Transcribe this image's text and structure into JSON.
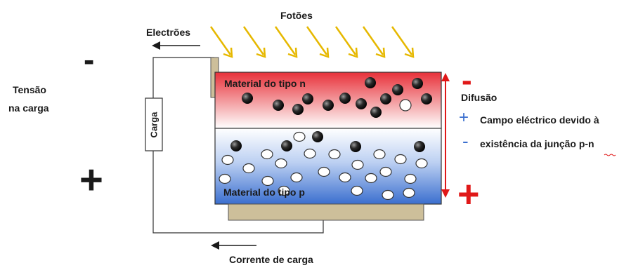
{
  "labels": {
    "photons": "Fotões",
    "electrons": "Electrões",
    "voltage_line1": "Tensão",
    "voltage_line2": "na carga",
    "load": "Carga",
    "n_material": "Material do tipo n",
    "p_material": "Material do tipo p",
    "diffusion": "Difusão",
    "field_line1": "Campo eléctrico devido à",
    "field_line2": "existência da junção p-n",
    "current": "Corrente de carga"
  },
  "symbols": {
    "minus_terminal": "-",
    "plus_terminal": "+",
    "field_plus": "+",
    "field_minus": "-",
    "junction_minus": "-",
    "junction_plus": "+"
  },
  "colors": {
    "n_region": "#e8313a",
    "p_region": "#3b6fcf",
    "photon": "#e6b800",
    "field_marker": "#e01818",
    "legend_plus": "#3b6fcf",
    "contact": "#cdbf9a"
  },
  "icons": {
    "photon": "arrow-down-right-icon",
    "electron": "filled-circle-icon",
    "hole": "empty-circle-icon"
  }
}
